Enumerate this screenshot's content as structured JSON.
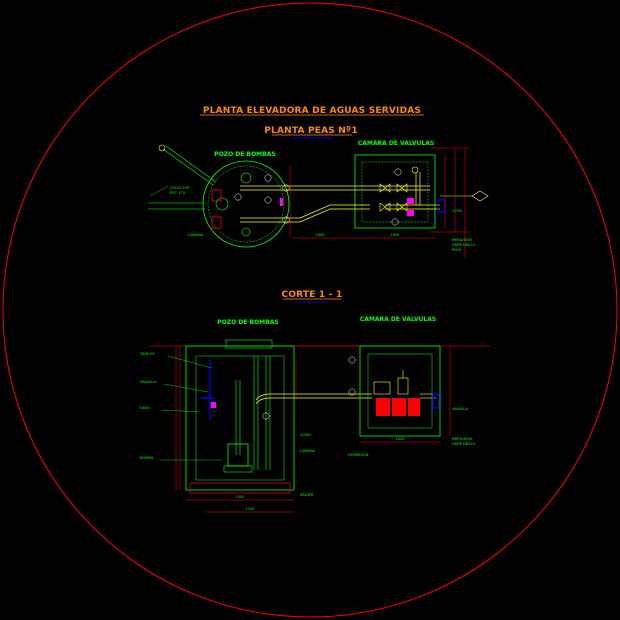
{
  "drawing": {
    "main_title": "PLANTA ELEVADORA DE AGUAS SERVIDAS",
    "plan_title": "PLANTA PEAS Nº1",
    "section_title": "CORTE 1 - 1"
  },
  "plan": {
    "pozo_label": "POZO DE BOMBAS",
    "camara_label": "CAMARA DE VALVULAS"
  },
  "section": {
    "pozo_label": "POZO DE BOMBAS",
    "camara_label": "CAMARA DE VALVULAS"
  },
  "colors": {
    "background": "#000000",
    "border_circle": "#ff0000",
    "title": "#ff8c00",
    "linework": "#00ff00",
    "dimension": "#ff0000",
    "detail": "#ffff00",
    "pipe": "#ffff00",
    "accent_magenta": "#ff00ff",
    "accent_blue": "#0000ff",
    "accent_white": "#ffffff"
  }
}
